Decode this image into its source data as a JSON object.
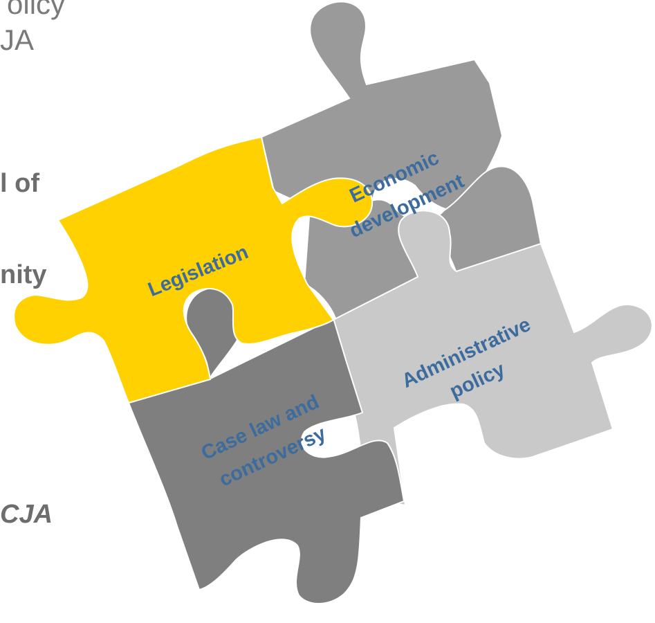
{
  "slide_text": {
    "line1": "olicy",
    "line2": "JA",
    "line3": "l of",
    "line4": "nity",
    "line5": "CJA"
  },
  "puzzle": {
    "legislation": "Legislation",
    "economic_line1": "Economic",
    "economic_line2": "development",
    "administrative_line1": "Administrative",
    "administrative_line2": "policy",
    "caselaw_line1": "Case law and",
    "caselaw_line2": "controversy"
  },
  "colors": {
    "yellow": "#FFD100",
    "dark_gray": "#7F7F7F",
    "mid_gray": "#9A9A9A",
    "light_gray": "#C9C9C9",
    "label_blue": "#3C6B9E"
  }
}
